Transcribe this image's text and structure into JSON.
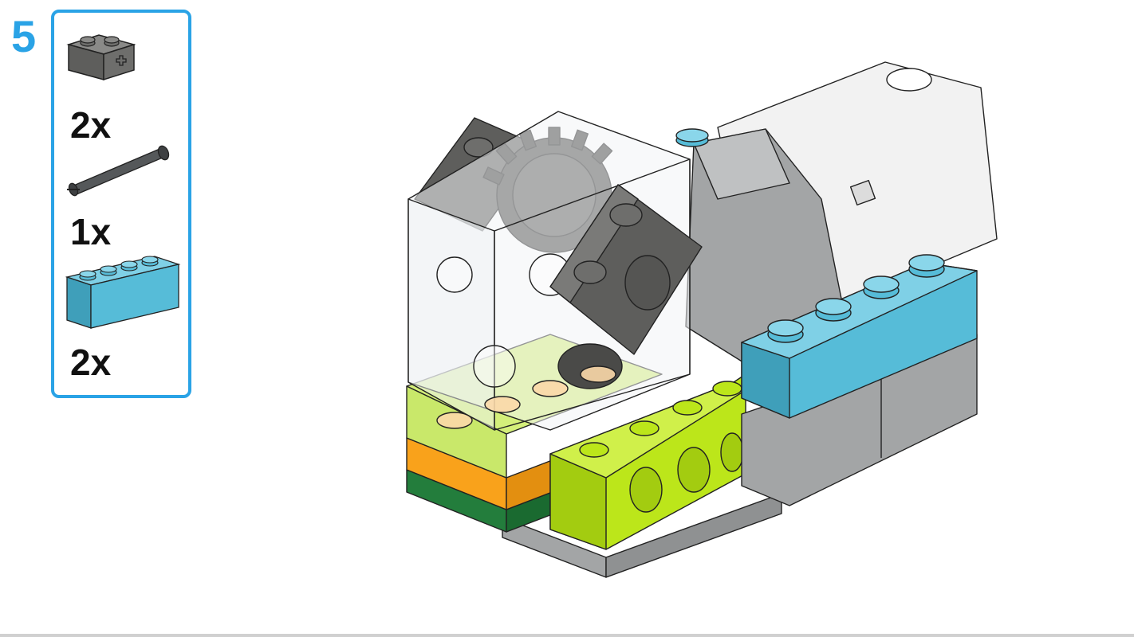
{
  "step": {
    "number": "5"
  },
  "parts_list": [
    {
      "icon": "dark-gray-axle-hole-brick-icon",
      "quantity": "2x",
      "color": "#6b6b68"
    },
    {
      "icon": "dark-gray-axle-pin-icon",
      "quantity": "1x",
      "color": "#55585a"
    },
    {
      "icon": "medium-azure-1x4-brick-icon",
      "quantity": "2x",
      "color": "#56bcd8"
    }
  ],
  "colors": {
    "accent": "#2aa3e6",
    "lime": "#bce61a",
    "orange": "#f9a21b",
    "green": "#237d3c",
    "light_gray": "#a3a5a6",
    "dark_gray": "#6b6b68",
    "azure": "#56bcd8",
    "white": "#f4f4f4"
  }
}
